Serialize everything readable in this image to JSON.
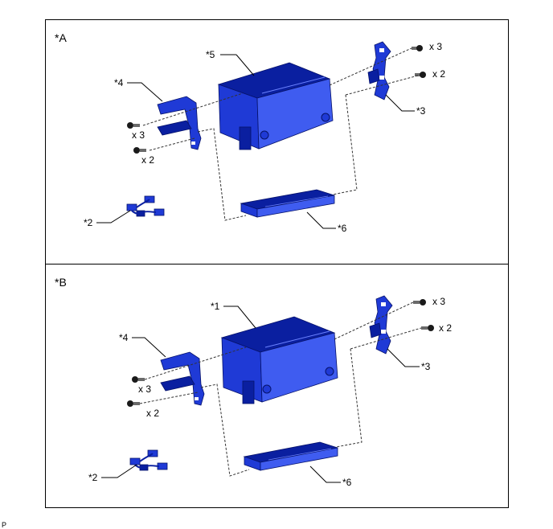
{
  "panels": [
    {
      "label": "*A",
      "parts": {
        "main_unit": "*5",
        "right_bracket": "*3",
        "left_bracket": "*4",
        "harness": "*2",
        "lower_unit": "*6"
      },
      "screw_counts": {
        "right_top": "x 3",
        "right_bottom": "x 2",
        "left_top": "x 3",
        "left_bottom": "x 2"
      }
    },
    {
      "label": "*B",
      "parts": {
        "main_unit": "*1",
        "right_bracket": "*3",
        "left_bracket": "*4",
        "harness": "*2",
        "lower_unit": "*6"
      },
      "screw_counts": {
        "right_top": "x 3",
        "right_bottom": "x 2",
        "left_top": "x 3",
        "left_bottom": "x 2"
      }
    }
  ],
  "footer_code": "P",
  "colors": {
    "part_blue": "#1f3ad6",
    "part_dark": "#0a1fa0",
    "border": "#000000"
  }
}
